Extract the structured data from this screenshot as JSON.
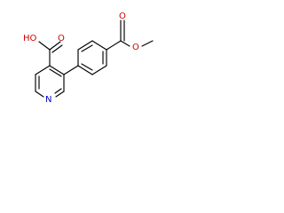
{
  "structure": {
    "atoms": [
      {
        "id": "ho",
        "text": "HO",
        "color": "#d00000"
      },
      {
        "id": "acid_o",
        "text": "O",
        "color": "#d00000"
      },
      {
        "id": "pyridine_n",
        "text": "N",
        "color": "#0000cc"
      },
      {
        "id": "ester_o_carbonyl",
        "text": "O",
        "color": "#d00000"
      },
      {
        "id": "ester_o",
        "text": "O",
        "color": "#d00000"
      }
    ]
  }
}
